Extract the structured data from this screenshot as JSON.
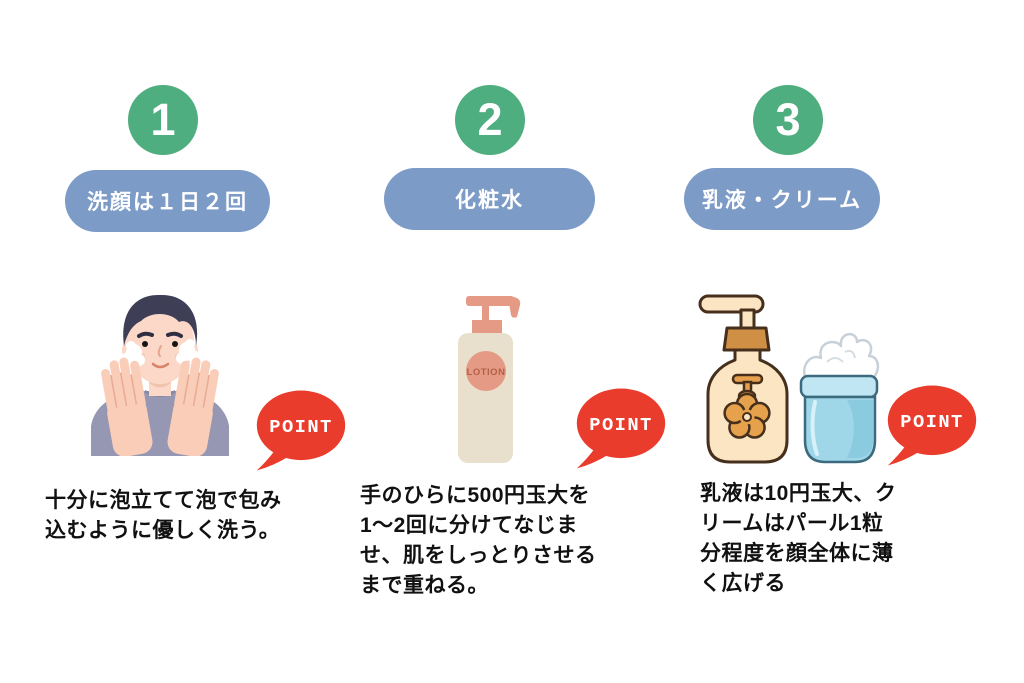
{
  "page": {
    "background": "#ffffff"
  },
  "colors": {
    "step_number_bg": "#4FAE7F",
    "step_label_bg": "#7D9BC7",
    "point_bubble": "#EA3C2C",
    "text_color": "#111111"
  },
  "steps": [
    {
      "number": "1",
      "label": "洗顔は１日２回",
      "point_label": "POINT",
      "description": "十分に泡立てて泡で包み\n込むように優しく洗う。",
      "illustration": "man-washing-face"
    },
    {
      "number": "2",
      "label": "化粧水",
      "point_label": "POINT",
      "bottle_label": "LOTION",
      "description": "手のひらに500円玉大を\n1〜2回に分けてなじま\nせ、肌をしっとりさせる\nまで重ねる。",
      "illustration": "lotion-pump-bottle"
    },
    {
      "number": "3",
      "label": "乳液・クリーム",
      "point_label": "POINT",
      "description": "乳液は10円玉大、ク\nリームはパール1粒\n分程度を顔全体に薄\nく広げる",
      "illustration": "pump-bottle-and-cream-jar"
    }
  ]
}
